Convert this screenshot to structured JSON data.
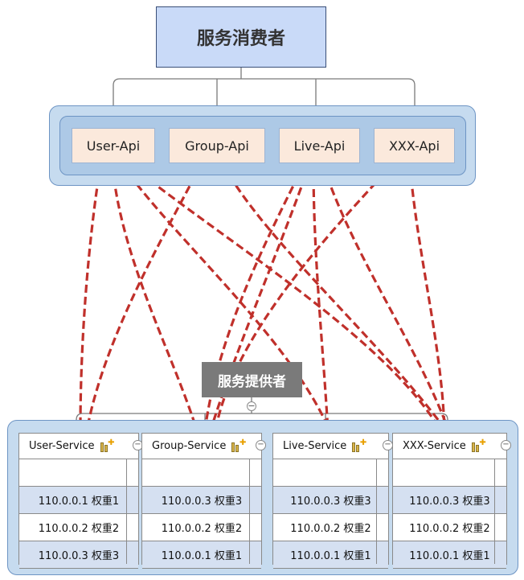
{
  "consumer": {
    "title": "服务消费者"
  },
  "apis": [
    {
      "label": "User-Api"
    },
    {
      "label": "Group-Api"
    },
    {
      "label": "Live-Api"
    },
    {
      "label": "XXX-Api"
    }
  ],
  "provider": {
    "title": "服务提供者",
    "collapse_symbol": "−"
  },
  "services": [
    {
      "name": "User-Service",
      "rows": [
        "110.0.0.1 权重1",
        "110.0.0.2 权重2",
        "110.0.0.3 权重3"
      ]
    },
    {
      "name": "Group-Service",
      "rows": [
        "110.0.0.3 权重3",
        "110.0.0.2 权重2",
        "110.0.0.1 权重1"
      ]
    },
    {
      "name": "Live-Service",
      "rows": [
        "110.0.0.3 权重3",
        "110.0.0.2 权重2",
        "110.0.0.1 权重1"
      ]
    },
    {
      "name": "XXX-Service",
      "rows": [
        "110.0.0.3 权重3",
        "110.0.0.2 权重2",
        "110.0.0.1 权重1"
      ]
    }
  ],
  "colors": {
    "arrow": "#c0302b",
    "connector": "#7a7a7a"
  }
}
